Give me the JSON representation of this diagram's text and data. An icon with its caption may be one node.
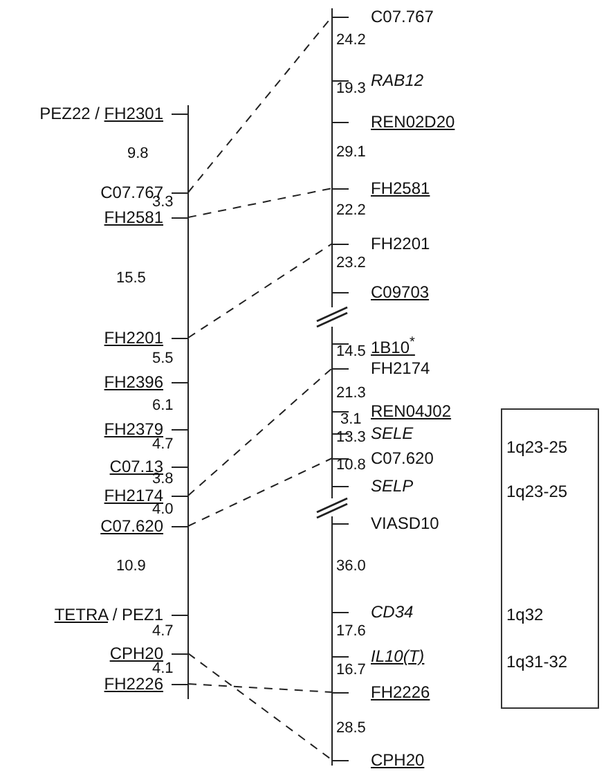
{
  "diagram": {
    "nodes": [
      {
        "text": [
          "PEZ22 / FH2301"
        ]
      },
      {
        "text": [
          "C07.767"
        ]
      },
      {
        "text": [
          "FH2581"
        ]
      },
      {
        "text": [
          "FH2201"
        ]
      },
      {
        "text": [
          "FH2396"
        ]
      },
      {
        "text": [
          "FH2379"
        ]
      },
      {
        "text": [
          "C07.13"
        ]
      },
      {
        "text": [
          "FH2174"
        ]
      },
      {
        "text": [
          "C07.620"
        ]
      },
      {
        "text": [
          "TETRA / PEZ1"
        ]
      },
      {
        "text": [
          "CPH20"
        ]
      },
      {
        "text": [
          "FH2226"
        ]
      },
      {
        "text": [
          "C07.767"
        ]
      },
      {
        "text": [
          "RAB12"
        ]
      },
      {
        "text": [
          "REN02D20"
        ]
      },
      {
        "text": [
          "FH2581"
        ]
      },
      {
        "text": [
          "FH2201"
        ]
      },
      {
        "text": [
          "C09703"
        ]
      },
      {
        "text": [
          "1B10$^{*}$"
        ]
      },
      {
        "text": [
          "FH2174"
        ]
      },
      {
        "text": [
          "REN04J02"
        ]
      },
      {
        "text": [
          "SELE"
        ]
      },
      {
        "text": [
          "C07.620"
        ]
      },
      {
        "text": [
          "SELP"
        ]
      },
      {
        "text": [
          "VIASD10"
        ]
      },
      {
        "text": [
          "CD34"
        ]
      },
      {
        "text": [
          "IL10(T)"
        ]
      },
      {
        "text": [
          "FH2226"
        ]
      },
      {
        "text": [
          "CPH20"
        ]
      },
      {
        "text": [
          "1q23-25",
          "1q23-25",
          "1q32",
          "1q31-32"
        ]
      }
    ],
    "edges": [
      {
        "from": 1,
        "to": 12,
        "arrow": "none",
        "style": "dashed"
      },
      {
        "from": 2,
        "to": 15,
        "arrow": "none",
        "style": "dashed"
      },
      {
        "from": 3,
        "to": 16,
        "arrow": "none",
        "style": "dashed"
      },
      {
        "from": 7,
        "to": 19,
        "arrow": "none",
        "style": "dashed"
      },
      {
        "from": 8,
        "to": 22,
        "arrow": "none",
        "style": "dashed"
      },
      {
        "from": 10,
        "to": 28,
        "arrow": "none",
        "style": "dashed"
      },
      {
        "from": 11,
        "to": 27,
        "arrow": "none",
        "style": "dashed"
      }
    ],
    "labels": [
      "9.8",
      "3.3",
      "15.5",
      "5.5",
      "6.1",
      "4.7",
      "3.8",
      "4.0",
      "10.9",
      "4.7",
      "4.1",
      "24.2",
      "19.3",
      "29.1",
      "22.2",
      "23.2",
      "14.5",
      "21.3",
      "3.1",
      "13.3",
      "10.8",
      "36.0",
      "17.6",
      "16.7",
      "28.5"
    ]
  }
}
